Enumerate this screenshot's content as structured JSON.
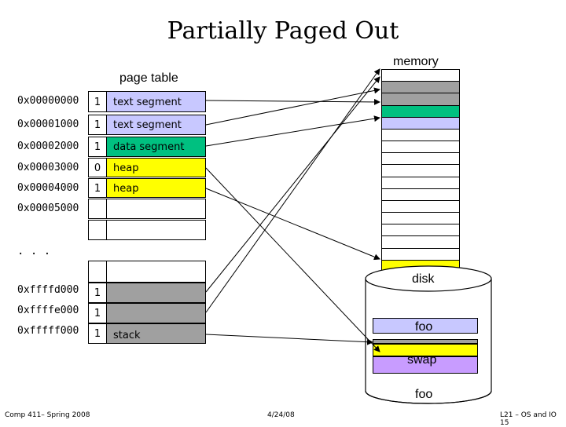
{
  "title": "Partially Paged Out",
  "labels": {
    "memory": "memory",
    "page_table": "page table",
    "disk": "disk",
    "swap": "swap",
    "ellipsis": ". . ."
  },
  "page_table": [
    {
      "addr": "0x00000000",
      "valid": "1",
      "frame": "text segment",
      "color": "#c8c8ff"
    },
    {
      "addr": "0x00001000",
      "valid": "1",
      "frame": "text segment",
      "color": "#c8c8ff"
    },
    {
      "addr": "0x00002000",
      "valid": "1",
      "frame": "data segment",
      "color": "#00c080"
    },
    {
      "addr": "0x00003000",
      "valid": "0",
      "frame": "heap",
      "color": "#ffff00"
    },
    {
      "addr": "0x00004000",
      "valid": "1",
      "frame": "heap",
      "color": "#ffff00"
    },
    {
      "addr": "0x00005000",
      "valid": "",
      "frame": "",
      "color": "#ffffff"
    },
    {
      "addr": "",
      "valid": "",
      "frame": "",
      "color": "#ffffff"
    }
  ],
  "page_table_bottom": [
    {
      "addr": "",
      "valid": "",
      "frame": "",
      "color": "#ffffff"
    },
    {
      "addr": "0xffffd000",
      "valid": "1",
      "frame": "",
      "color": "#a0a0a0"
    },
    {
      "addr": "0xffffe000",
      "valid": "1",
      "frame": "",
      "color": "#a0a0a0"
    },
    {
      "addr": "0xfffff000",
      "valid": "1",
      "frame": "stack",
      "color": "#a0a0a0"
    }
  ],
  "memory_cells": [
    "#ffffff",
    "#a0a0a0",
    "#a0a0a0",
    "#00c080",
    "#c8c8ff",
    "#ffffff",
    "#ffffff",
    "#ffffff",
    "#ffffff",
    "#ffffff",
    "#ffffff",
    "#ffffff",
    "#ffffff",
    "#ffffff",
    "#ffffff",
    "#ffffff",
    "#ffff00"
  ],
  "disk": {
    "foo_top": "foo",
    "foo_bottom": "foo",
    "swap_colors": [
      "#a0a0a0",
      "#ffff00",
      "#c89cff"
    ]
  },
  "footer": {
    "left": "Comp 411– Spring 2008",
    "center": "4/24/08",
    "right": "L21 – OS and IO 15"
  }
}
